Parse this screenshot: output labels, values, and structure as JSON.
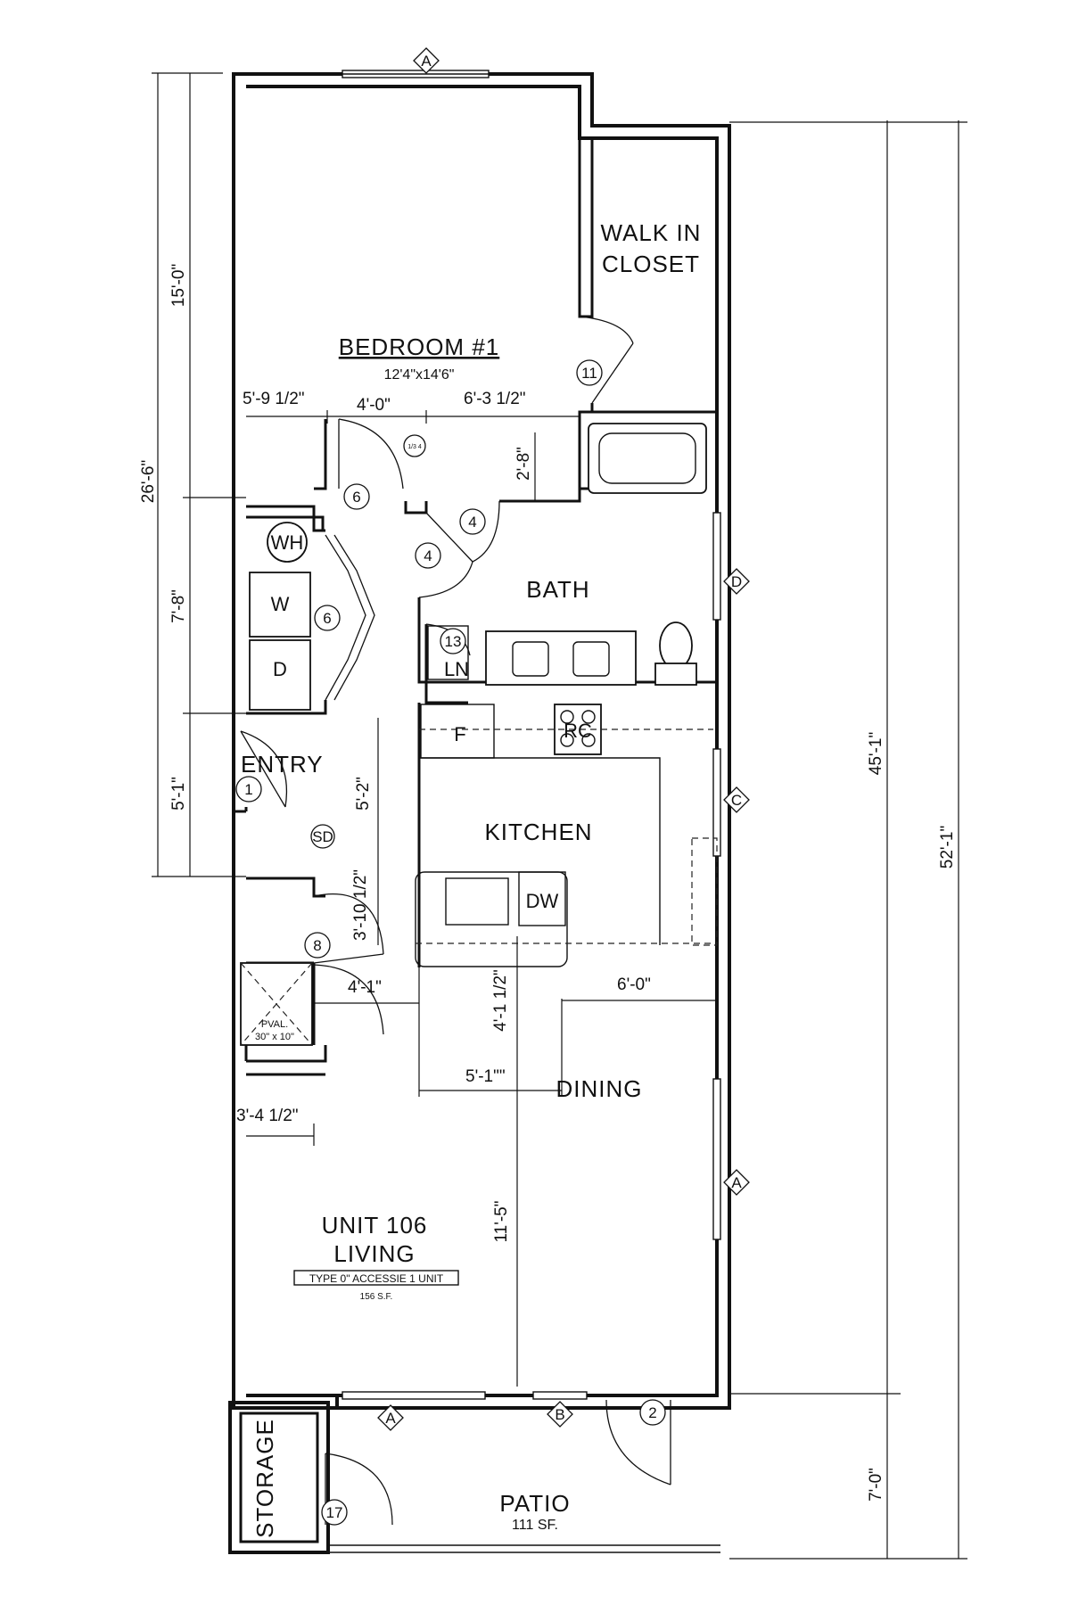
{
  "rooms": {
    "bedroom": {
      "name": "BEDROOM #1",
      "size": "12'4\"x14'6\""
    },
    "closet": {
      "line1": "WALK IN",
      "line2": "CLOSET"
    },
    "bath": "BATH",
    "entry": "ENTRY",
    "kitchen": "KITCHEN",
    "dining": "DINING",
    "living": {
      "unit": "UNIT 106",
      "name": "LIVING",
      "type": "TYPE 0\" ACCESSIE 1 UNIT",
      "area": "156 S.F."
    },
    "patio": {
      "name": "PATIO",
      "area": "111 SF."
    },
    "storage": "STORAGE"
  },
  "fixtures": {
    "water_heater": "WH",
    "washer": "W",
    "dryer": "D",
    "linen": "LN",
    "fridge": "F",
    "range": "RC",
    "dishwasher": "DW",
    "smoke_detector": "SD",
    "pval_line1": "PVAL.",
    "pval_line2": "30\" x 10\"",
    "small_tag": "1/3 4"
  },
  "door_tags": [
    "11",
    "6",
    "4",
    "4",
    "13",
    "6",
    "1",
    "8",
    "2",
    "17"
  ],
  "window_tags": {
    "top": "A",
    "bath": "D",
    "kitchen": "C",
    "dining": "A",
    "living": "A",
    "patio_door": "B"
  },
  "dimensions": {
    "left_15": "15'-0\"",
    "left_26_6": "26'-6\"",
    "left_7_8": "7'-8\"",
    "left_5_1": "5'-1\"",
    "right_45_1": "45'-1\"",
    "right_52_1": "52'-1\"",
    "right_7_0": "7'-0\"",
    "bed_5_9": "5'-9 1/2\"",
    "bed_4_0": "4'-0\"",
    "bed_6_3": "6'-3 1/2\"",
    "bath_2_8": "2'-8\"",
    "entry_5_2": "5'-2\"",
    "closet_3_10": "3'-10 1/2\"",
    "hall_4_1": "4'-1\"",
    "kitchen_4_1": "4'-1 1/2\"",
    "dining_6_0": "6'-0\"",
    "dining_5_1": "5'-1\"\"",
    "living_3_4": "3'-4 1/2\"",
    "living_11_5": "11'-5\""
  }
}
